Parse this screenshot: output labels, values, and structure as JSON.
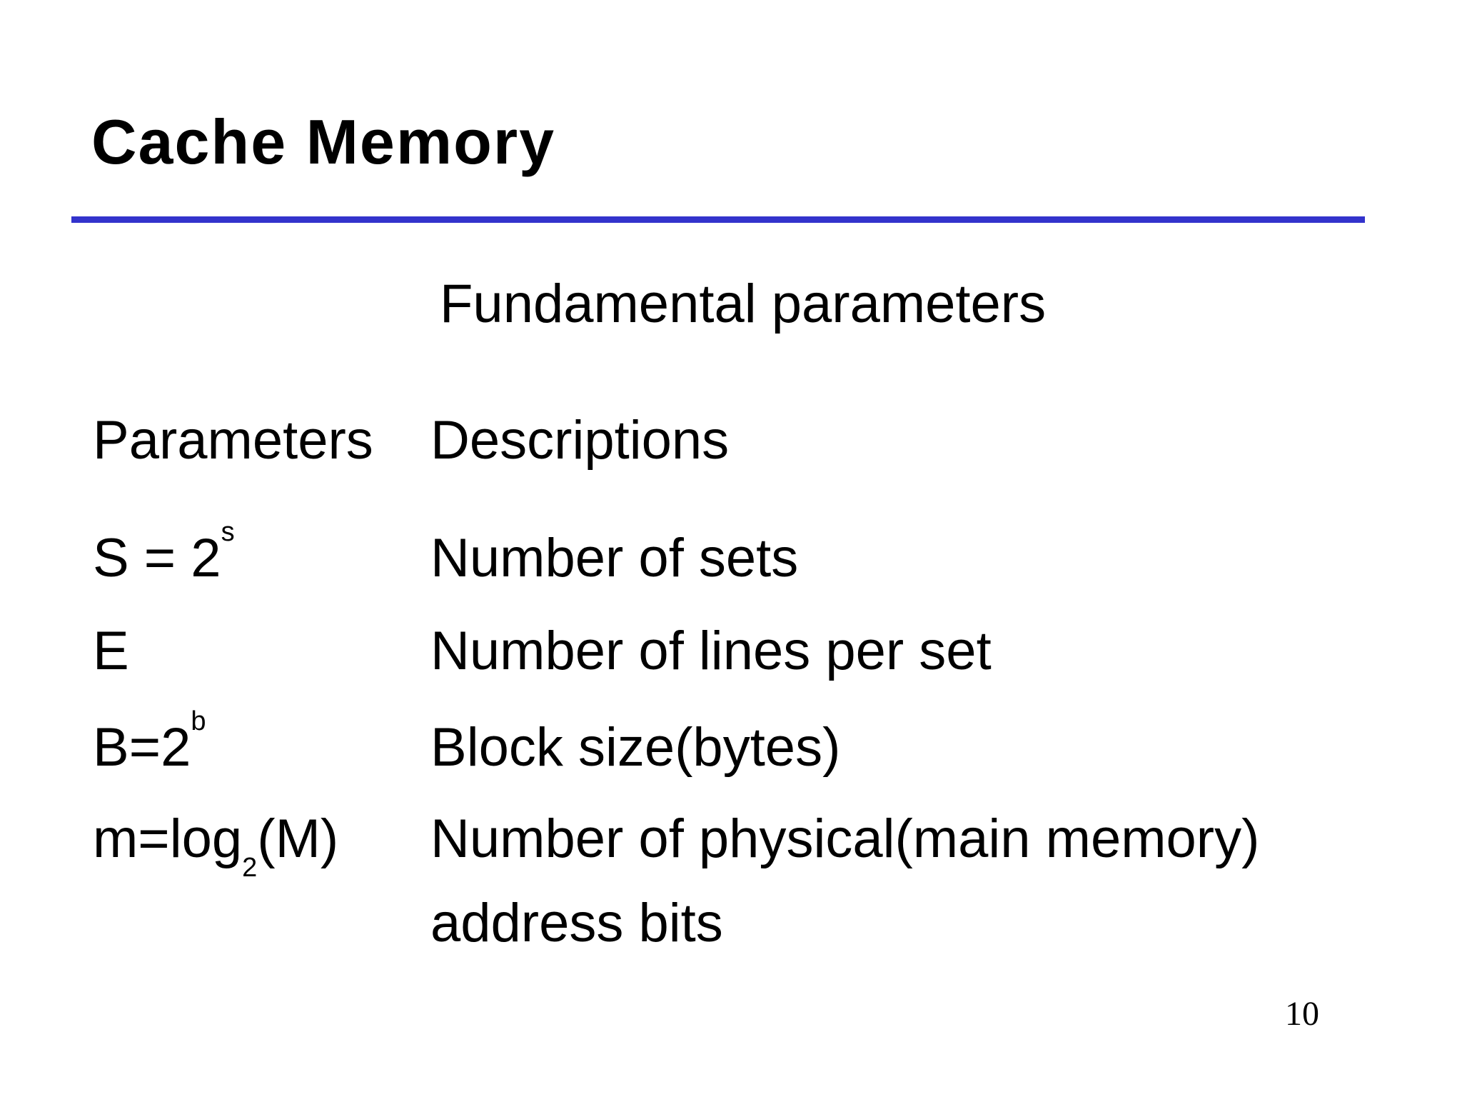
{
  "slide": {
    "title": "Cache Memory",
    "subtitle": "Fundamental parameters",
    "accent_color": "#3333cc",
    "page_number": "10",
    "table": {
      "param_header": "Parameters",
      "desc_header": "Descriptions",
      "rows": [
        {
          "param": "S = 2",
          "param_sup": "s",
          "desc": "Number of sets"
        },
        {
          "param": "E",
          "desc": "Number of lines per set"
        },
        {
          "param": "B=2",
          "param_sup": "b",
          "desc": "Block size(bytes)"
        },
        {
          "param": "m=log",
          "param_sub": "2",
          "param_tail": "(M)",
          "desc": "Number of physical(main memory)",
          "desc2": "address bits"
        }
      ]
    }
  }
}
